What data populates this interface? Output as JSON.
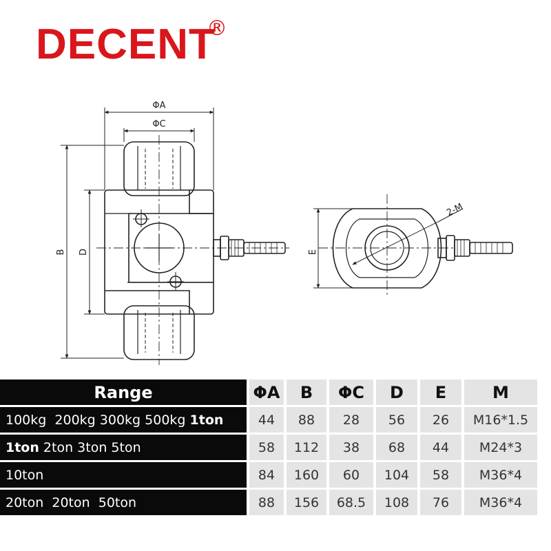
{
  "brand": {
    "name": "DECENT",
    "reg_mark": "®"
  },
  "drawing": {
    "front_labels": {
      "phi_a": "ΦA",
      "phi_c": "ΦC",
      "b": "B",
      "d": "D"
    },
    "side_labels": {
      "e": "E",
      "m": "2-M"
    }
  },
  "table": {
    "headers": [
      "Range",
      "ΦA",
      "B",
      "ΦC",
      "D",
      "E",
      "M"
    ],
    "rows": [
      {
        "range_parts": [
          {
            "text": "100kg  200kg 300kg 500kg ",
            "bold": false
          },
          {
            "text": "1ton",
            "bold": true
          }
        ],
        "values": [
          "44",
          "88",
          "28",
          "56",
          "26",
          "M16*1.5"
        ]
      },
      {
        "range_parts": [
          {
            "text": "1ton",
            "bold": true
          },
          {
            "text": " 2ton 3ton 5ton",
            "bold": false
          }
        ],
        "values": [
          "58",
          "112",
          "38",
          "68",
          "44",
          "M24*3"
        ]
      },
      {
        "range_parts": [
          {
            "text": "10ton",
            "bold": false
          }
        ],
        "values": [
          "84",
          "160",
          "60",
          "104",
          "58",
          "M36*4"
        ]
      },
      {
        "range_parts": [
          {
            "text": "20ton  20ton  50ton",
            "bold": false
          }
        ],
        "values": [
          "88",
          "156",
          "68.5",
          "108",
          "76",
          "M36*4"
        ]
      }
    ]
  }
}
